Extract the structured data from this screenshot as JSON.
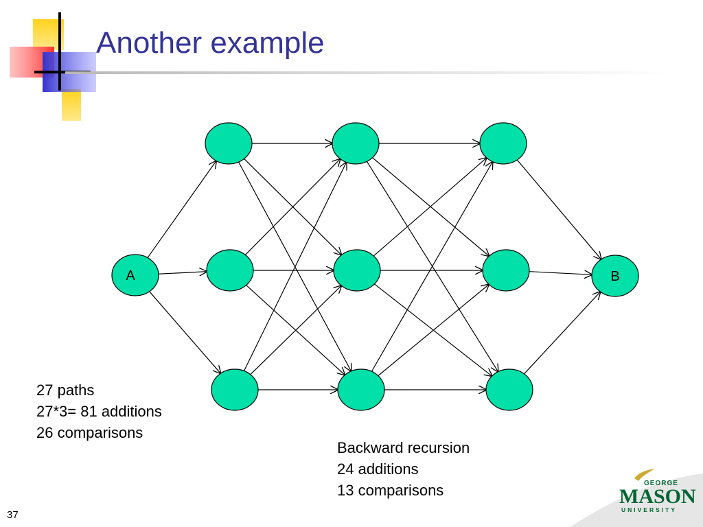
{
  "slide": {
    "title": "Another example",
    "page_number": "37"
  },
  "diagram": {
    "nodes": [
      {
        "id": "A",
        "label": "A"
      },
      {
        "id": "L1_top",
        "label": ""
      },
      {
        "id": "L1_mid",
        "label": ""
      },
      {
        "id": "L1_bot",
        "label": ""
      },
      {
        "id": "L2_top",
        "label": ""
      },
      {
        "id": "L2_mid",
        "label": ""
      },
      {
        "id": "L2_bot",
        "label": ""
      },
      {
        "id": "L3_top",
        "label": ""
      },
      {
        "id": "L3_mid",
        "label": ""
      },
      {
        "id": "L3_bot",
        "label": ""
      },
      {
        "id": "B",
        "label": "B"
      }
    ],
    "edges": [
      [
        "A",
        "L1_top"
      ],
      [
        "A",
        "L1_mid"
      ],
      [
        "A",
        "L1_bot"
      ],
      [
        "L1_top",
        "L2_top"
      ],
      [
        "L1_top",
        "L2_mid"
      ],
      [
        "L1_top",
        "L2_bot"
      ],
      [
        "L1_mid",
        "L2_top"
      ],
      [
        "L1_mid",
        "L2_mid"
      ],
      [
        "L1_mid",
        "L2_bot"
      ],
      [
        "L1_bot",
        "L2_top"
      ],
      [
        "L1_bot",
        "L2_mid"
      ],
      [
        "L1_bot",
        "L2_bot"
      ],
      [
        "L2_top",
        "L3_top"
      ],
      [
        "L2_top",
        "L3_mid"
      ],
      [
        "L2_top",
        "L3_bot"
      ],
      [
        "L2_mid",
        "L3_top"
      ],
      [
        "L2_mid",
        "L3_mid"
      ],
      [
        "L2_mid",
        "L3_bot"
      ],
      [
        "L2_bot",
        "L3_top"
      ],
      [
        "L2_bot",
        "L3_mid"
      ],
      [
        "L2_bot",
        "L3_bot"
      ],
      [
        "L3_top",
        "B"
      ],
      [
        "L3_mid",
        "B"
      ],
      [
        "L3_bot",
        "B"
      ]
    ],
    "node_color": "#00e0a8",
    "edge_color": "#000000"
  },
  "notes": {
    "left": [
      "27 paths",
      "27*3= 81 additions",
      "26 comparisons"
    ],
    "right": [
      "Backward recursion",
      "24 additions",
      "13 comparisons"
    ]
  },
  "logo": {
    "line1": "GEORGE",
    "line2": "MASON",
    "line3": "UNIVERSITY",
    "color": "#006633",
    "accent": "#ccaa33"
  },
  "colors": {
    "title": "#333399",
    "deco_yellow": "#ffd21f",
    "deco_blue": "#3333cc",
    "deco_red": "#ff3333"
  }
}
